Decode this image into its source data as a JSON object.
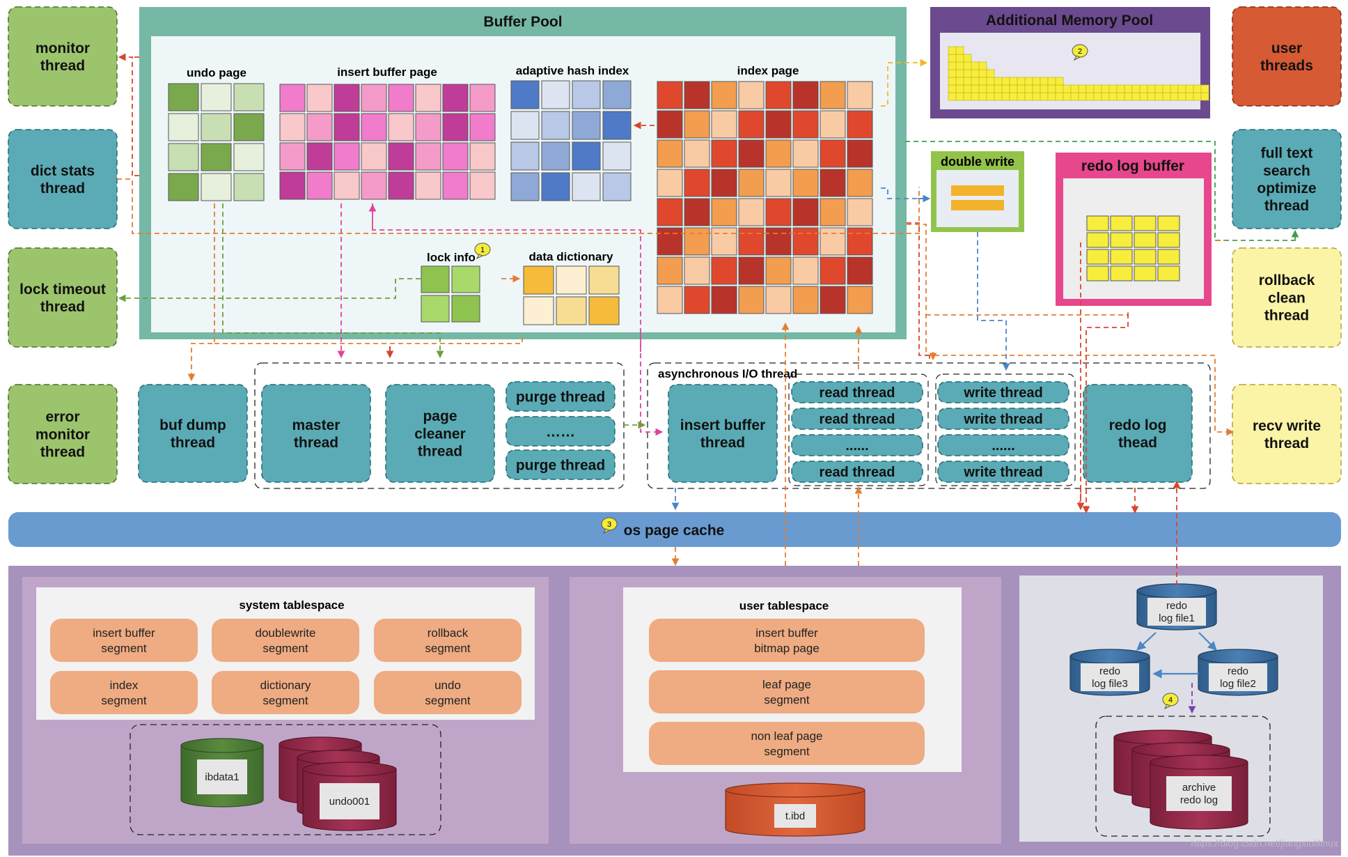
{
  "buffer_pool": {
    "title": "Buffer Pool",
    "undo_page": "undo page",
    "insert_buffer_page": "insert buffer page",
    "adaptive_hash_index": "adaptive hash index",
    "index_page": "index page",
    "lock_info": "lock info",
    "data_dictionary": "data dictionary"
  },
  "additional_memory_pool": {
    "title": "Additional Memory Pool"
  },
  "double_write": {
    "title": "double write"
  },
  "redo_log_buffer": {
    "title": "redo log buffer"
  },
  "markers": [
    "1",
    "2",
    "3",
    "4"
  ],
  "left_threads": [
    [
      "monitor",
      "thread"
    ],
    [
      "dict stats",
      "thread"
    ],
    [
      "lock timeout",
      "thread"
    ],
    [
      "error",
      "monitor",
      "thread"
    ]
  ],
  "right_threads": [
    [
      "user",
      "threads"
    ],
    [
      "full text",
      "search",
      "optimize",
      "thread"
    ],
    [
      "rollback",
      "clean",
      "thread"
    ],
    [
      "recv write",
      "thread"
    ]
  ],
  "middle_threads": {
    "buf_dump": [
      "buf dump",
      "thread"
    ],
    "master": [
      "master",
      "thread"
    ],
    "page_cleaner": [
      "page",
      "cleaner",
      "thread"
    ],
    "purge": [
      "purge thread",
      "……",
      "purge thread"
    ],
    "async_io_label": "asynchronous I/O thread",
    "insert_buffer": [
      "insert buffer",
      "thread"
    ],
    "read": [
      "read thread",
      "read thread",
      "......",
      "read thread"
    ],
    "write": [
      "write thread",
      "write thread",
      "......",
      "write thread"
    ],
    "redo_log": [
      "redo log",
      "thead"
    ]
  },
  "os_page_cache": "os page cache",
  "system_tablespace": {
    "title": "system tablespace",
    "segments": [
      [
        "insert buffer",
        "segment"
      ],
      [
        "doublewrite",
        "segment"
      ],
      [
        "rollback",
        "segment"
      ],
      [
        "index",
        "segment"
      ],
      [
        "dictionary",
        "segment"
      ],
      [
        "undo",
        "segment"
      ]
    ],
    "files": [
      "ibdata1",
      "undo001"
    ]
  },
  "user_tablespace": {
    "title": "user tablespace",
    "segments": [
      [
        "insert buffer",
        "bitmap page"
      ],
      [
        "leaf page",
        "segment"
      ],
      [
        "non leaf page",
        "segment"
      ]
    ],
    "file": "t.ibd"
  },
  "redo_files": {
    "file1": [
      "redo",
      "log file1"
    ],
    "file2": [
      "redo",
      "log file2"
    ],
    "file3": [
      "redo",
      "log file3"
    ],
    "archive": [
      "archive",
      "redo log"
    ]
  },
  "watermark": "https://blog.csdn.net/jiangxiulilinux",
  "colors": {
    "buffer_pool_border": "#76b8a6",
    "thread_teal": "#5aabb5",
    "thread_green": "#9cc46c",
    "thread_orange": "#d65a33",
    "thread_yellow": "#fbf3a6",
    "os_cache": "#6a9bd0",
    "disk_purple": "#a792bd",
    "segment_orange": "#efab82",
    "memory_pool": "#6b4a8f",
    "redo_buffer_pink": "#e6478d"
  }
}
